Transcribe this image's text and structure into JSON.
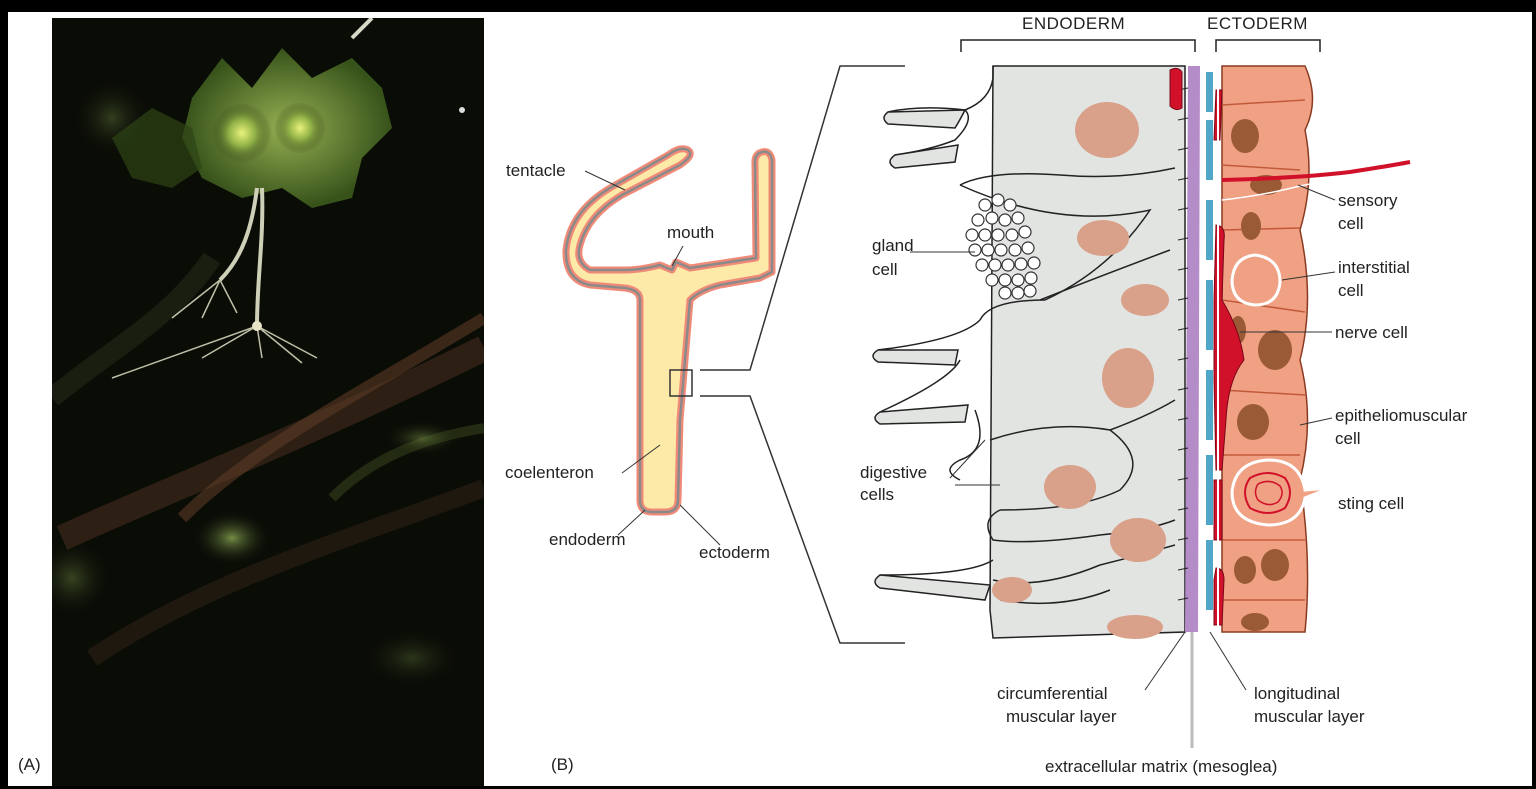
{
  "panel_labels": {
    "a": "(A)",
    "b": "(B)"
  },
  "layer_headers": {
    "endoderm": "ENDODERM",
    "ectoderm": "ECTODERM"
  },
  "hydra_labels": {
    "tentacle": "tentacle",
    "mouth": "mouth",
    "coelenteron": "coelenteron",
    "endoderm": "endoderm",
    "ectoderm": "ectoderm"
  },
  "cell_labels": {
    "gland_1": "gland",
    "gland_2": "cell",
    "digestive_1": "digestive",
    "digestive_2": "cells",
    "sensory_1": "sensory",
    "sensory_2": "cell",
    "interstitial_1": "interstitial",
    "interstitial_2": "cell",
    "nerve": "nerve cell",
    "epithelio_1": "epitheliomuscular",
    "epithelio_2": "cell",
    "sting": "sting cell",
    "circum_1": "circumferential",
    "circum_2": "muscular layer",
    "longi_1": "longitudinal",
    "longi_2": "muscular layer",
    "matrix": "extracellular matrix (mesoglea)"
  },
  "colors": {
    "endoderm_cell": "#e2e4e2",
    "ectoderm_cell": "#f0a184",
    "nucleus_endo": "#d9a08a",
    "nucleus_ecto": "#9a5a35",
    "mesoglea": "#b48cc8",
    "muscle": "#4fa6c8",
    "nerve": "#d1102a",
    "hydra_body": "#fde9a8",
    "hydra_outline": "#f08a78"
  }
}
